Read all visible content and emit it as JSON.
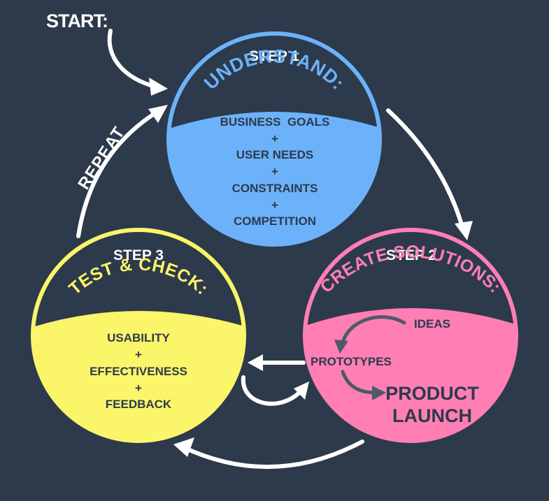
{
  "start_label": "START:",
  "repeat_label": "REPEAT",
  "colors": {
    "background": "#2d3a4b",
    "step1": "#6cb2fb",
    "step2": "#ff7fb4",
    "step3": "#fbf56a",
    "arrows": "#ffffff",
    "dark_text": "#2d3a4b"
  },
  "step1": {
    "step_label": "STEP 1",
    "heading": "UNDERSTAND:",
    "items": [
      "BUSINESS  GOALS",
      "+",
      "USER NEEDS",
      "+",
      "CONSTRAINTS",
      "+",
      "COMPETITION"
    ]
  },
  "step2": {
    "step_label": "STEP 2",
    "heading": "CREATE SOLUTIONS:",
    "ideas": "IDEAS",
    "prototypes": "PROTOTYPES",
    "launch_line1": "PRODUCT",
    "launch_line2": "LAUNCH"
  },
  "step3": {
    "step_label": "STEP 3",
    "heading": "TEST & CHECK:",
    "items": [
      "USABILITY",
      "+",
      "EFFECTIVENESS",
      "+",
      "FEEDBACK"
    ]
  }
}
